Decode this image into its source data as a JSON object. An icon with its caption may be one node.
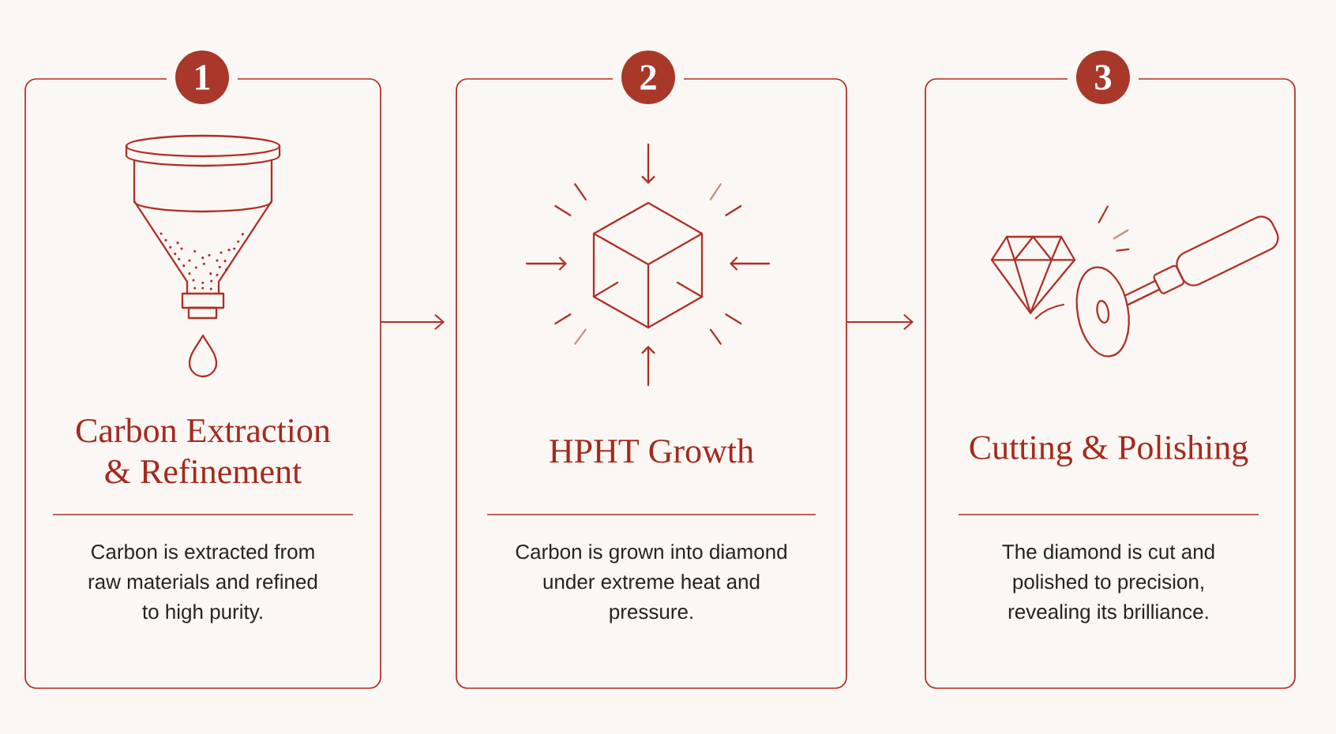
{
  "diagram": {
    "nodes": [
      {
        "text": [
          "1"
        ]
      },
      {
        "text": [
          "Carbon Extraction & Refinement",
          "Carbon is extracted from raw materials and refined to high purity."
        ]
      },
      {
        "text": [
          "2"
        ]
      },
      {
        "text": [
          "HPHT Growth",
          "Carbon is grown into diamond under extreme heat and pressure."
        ]
      },
      {
        "text": [
          "3"
        ]
      },
      {
        "text": [
          "Cutting & Polishing",
          "The diamond is cut and polished to precision, revealing its brilliance."
        ]
      }
    ],
    "edges": [
      {
        "from": 1,
        "to": 3,
        "arrow": "to"
      },
      {
        "from": 3,
        "to": 5,
        "arrow": "to"
      }
    ]
  }
}
